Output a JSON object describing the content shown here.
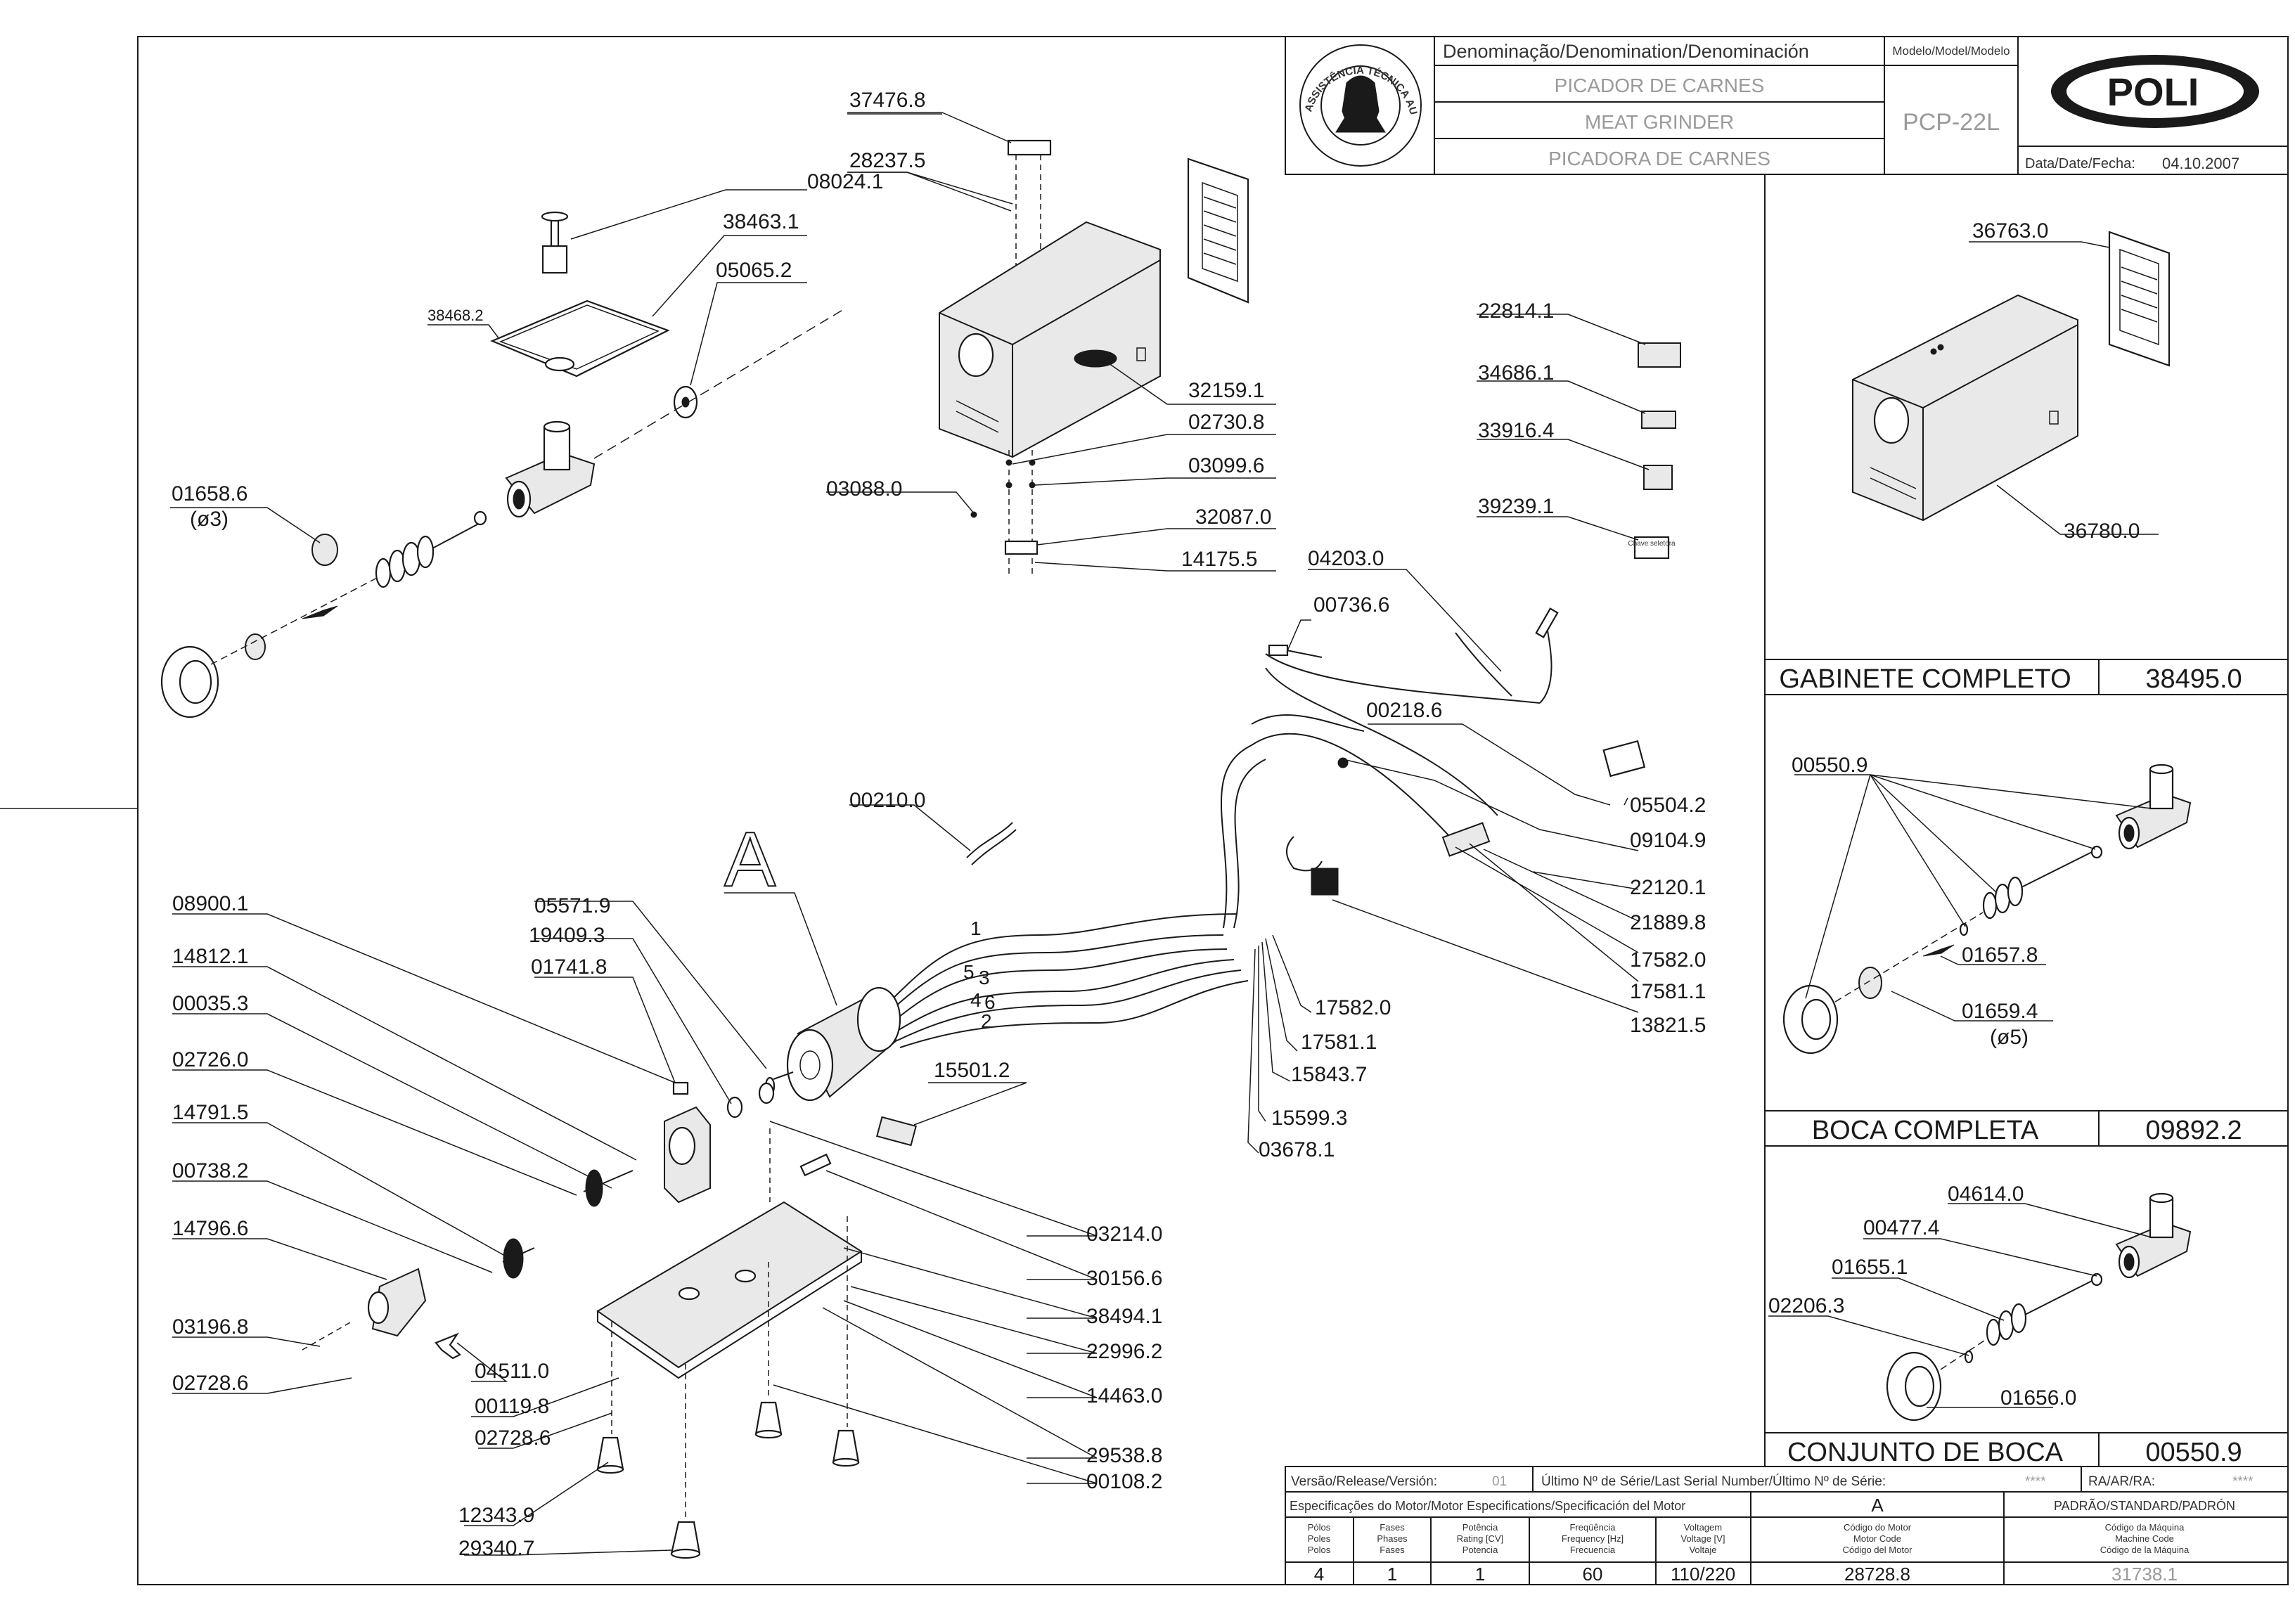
{
  "title_block": {
    "denomination_header": "Denominação/Denomination/Denominación",
    "names": [
      "PICADOR DE CARNES",
      "MEAT GRINDER",
      "PICADORA DE CARNES"
    ],
    "model_header": "Modelo/Model/Modelo",
    "model": "PCP-22L",
    "date_label": "Data/Date/Fecha:",
    "date": "04.10.2007",
    "brand": "POLI",
    "seal_text": "ASSISTÊNCIA TÉCNICA AUTORIZADA"
  },
  "footer_block": {
    "version_label": "Versão/Release/Versión:",
    "version": "01",
    "serial_label": "Último Nº de Série/Last Serial Number/Último Nº de Série:",
    "serial": "****",
    "ra_label": "RA/AR/RA:",
    "ra": "****",
    "motor_spec_label": "Especificações do Motor/Motor Especifications/Specificación del Motor",
    "variant": "A",
    "standard": "PADRÃO/STANDARD/PADRÓN",
    "col_polos": [
      "Pólos",
      "Poles",
      "Polos"
    ],
    "col_fases": [
      "Fases",
      "Phases",
      "Fases"
    ],
    "col_potencia": [
      "Potência",
      "Rating [CV]",
      "Potencia"
    ],
    "col_freq": [
      "Freqüência",
      "Frequency [Hz]",
      "Frecuencia"
    ],
    "col_volt": [
      "Voltagem",
      "Voltage [V]",
      "Voltaje"
    ],
    "col_motor_code": [
      "Código do Motor",
      "Motor Code",
      "Código del Motor"
    ],
    "col_machine_code": [
      "Código da Máquina",
      "Machine Code",
      "Código de la Máquina"
    ],
    "values": {
      "polos": "4",
      "fases": "1",
      "potencia": "1",
      "freq": "60",
      "volt": "110/220",
      "motor_code": "28728.8",
      "machine_code": "31738.1"
    }
  },
  "sections": {
    "gabinete": {
      "title": "GABINETE COMPLETO",
      "code": "38495.0"
    },
    "boca": {
      "title": "BOCA COMPLETA",
      "code": "09892.2"
    },
    "conjunto": {
      "title": "CONJUNTO DE BOCA",
      "code": "00550.9"
    }
  },
  "callouts": {
    "c37476_8": "37476.8",
    "c28237_5": "28237.5",
    "c08024_1": "08024.1",
    "c38463_1": "38463.1",
    "c05065_2": "05065.2",
    "c38468_2": "38468.2",
    "c01658_6": "01658.6",
    "c01658_6b": "(ø3)",
    "c32159_1": "32159.1",
    "c02730_8": "02730.8",
    "c03099_6": "03099.6",
    "c03088_0": "03088.0",
    "c32087_0": "32087.0",
    "c14175_5": "14175.5",
    "c22814_1": "22814.1",
    "c34686_1": "34686.1",
    "c33916_4": "33916.4",
    "c39239_1": "39239.1",
    "c04203_0": "04203.0",
    "c00736_6": "00736.6",
    "c00218_6": "00218.6",
    "c05504_2": "05504.2",
    "c09104_9": "09104.9",
    "c22120_1": "22120.1",
    "c21889_8": "21889.8",
    "c17582_0a": "17582.0",
    "c17581_1a": "17581.1",
    "c13821_5": "13821.5",
    "c17582_0b": "17582.0",
    "c17581_1b": "17581.1",
    "c15843_7": "15843.7",
    "c15599_3": "15599.3",
    "c03678_1": "03678.1",
    "c00210_0": "00210.0",
    "c15501_2": "15501.2",
    "cA": "A",
    "c08900_1": "08900.1",
    "c05571_9": "05571.9",
    "c19409_3": "19409.3",
    "c01741_8": "01741.8",
    "c14812_1": "14812.1",
    "c00035_3": "00035.3",
    "c02726_0": "02726.0",
    "c14791_5": "14791.5",
    "c00738_2": "00738.2",
    "c14796_6": "14796.6",
    "c03196_8": "03196.8",
    "c02728_6a": "02728.6",
    "c04511_0": "04511.0",
    "c00119_8": "00119.8",
    "c02728_6b": "02728.6",
    "c12343_9": "12343.9",
    "c29340_7": "29340.7",
    "c03214_0": "03214.0",
    "c30156_6": "30156.6",
    "c38494_1": "38494.1",
    "c22996_2": "22996.2",
    "c14463_0": "14463.0",
    "c29538_8": "29538.8",
    "c00108_2": "00108.2",
    "c36763_0": "36763.0",
    "c36780_0": "36780.0",
    "c00550_9": "00550.9",
    "c01657_8": "01657.8",
    "c01659_4": "01659.4",
    "c01659_4b": "(ø5)",
    "c04614_0": "04614.0",
    "c00477_4": "00477.4",
    "c01655_1": "01655.1",
    "c02206_3": "02206.3",
    "c01656_0": "01656.0",
    "wire_1": "1",
    "wire_5": "5",
    "wire_3": "3",
    "wire_4": "4",
    "wire_6": "6",
    "wire_2": "2",
    "sticker_chave": "Chave seletora"
  }
}
